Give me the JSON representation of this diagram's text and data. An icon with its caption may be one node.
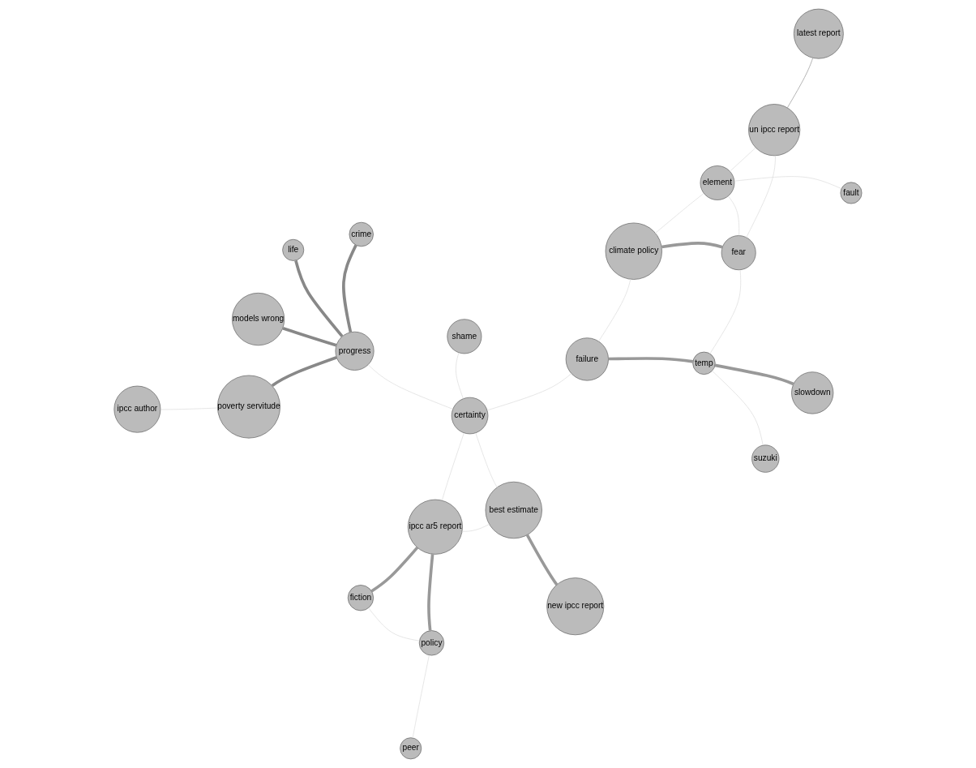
{
  "diagram": {
    "nodes": [
      {
        "text": [
          "peer"
        ]
      },
      {
        "text": [
          "policy"
        ]
      },
      {
        "text": [
          "fault"
        ]
      },
      {
        "text": [
          "life"
        ]
      },
      {
        "text": [
          "crime"
        ]
      },
      {
        "text": [
          "models wrong"
        ]
      },
      {
        "text": [
          "fiction"
        ]
      },
      {
        "text": [
          "failure"
        ]
      },
      {
        "text": [
          "progress"
        ]
      },
      {
        "text": [
          "poverty servitude"
        ]
      },
      {
        "text": [
          "ipcc ar5 report"
        ]
      },
      {
        "text": [
          "temp"
        ]
      },
      {
        "text": [
          "slowdown"
        ]
      },
      {
        "text": [
          "new ipcc report"
        ]
      },
      {
        "text": [
          "best estimate"
        ]
      },
      {
        "text": [
          "certainty"
        ]
      },
      {
        "text": [
          "suzuki"
        ]
      },
      {
        "text": [
          "climate policy"
        ]
      },
      {
        "text": [
          "ipcc author"
        ]
      },
      {
        "text": [
          "element"
        ]
      },
      {
        "text": [
          "shame"
        ]
      },
      {
        "text": [
          "fear"
        ]
      },
      {
        "text": [
          "latest report"
        ]
      },
      {
        "text": [
          "un ipcc report"
        ]
      }
    ],
    "edges": [
      {
        "from": 0,
        "to": 1,
        "arrow": "none"
      },
      {
        "from": 1,
        "to": 10,
        "arrow": "none",
        "style": "thick",
        "color": "#999999"
      },
      {
        "from": 1,
        "to": 6,
        "arrow": "none"
      },
      {
        "from": 6,
        "to": 10,
        "arrow": "none",
        "style": "thick",
        "color": "#999999"
      },
      {
        "from": 3,
        "to": 8,
        "arrow": "none",
        "style": "thick",
        "color": "#888888"
      },
      {
        "from": 4,
        "to": 8,
        "arrow": "none",
        "style": "thick",
        "color": "#888888"
      },
      {
        "from": 5,
        "to": 8,
        "arrow": "none",
        "style": "thick",
        "color": "#888888"
      },
      {
        "from": 9,
        "to": 8,
        "arrow": "none",
        "style": "thick",
        "color": "#888888"
      },
      {
        "from": 8,
        "to": 15,
        "arrow": "none"
      },
      {
        "from": 9,
        "to": 18,
        "arrow": "none"
      },
      {
        "from": 10,
        "to": 15,
        "arrow": "none"
      },
      {
        "from": 10,
        "to": 14,
        "arrow": "none"
      },
      {
        "from": 7,
        "to": 11,
        "arrow": "none",
        "style": "thick",
        "color": "#999999"
      },
      {
        "from": 11,
        "to": 12,
        "arrow": "none",
        "style": "thick",
        "color": "#999999"
      },
      {
        "from": 7,
        "to": 15,
        "arrow": "none"
      },
      {
        "from": 2,
        "to": 19,
        "arrow": "none"
      },
      {
        "from": 13,
        "to": 14,
        "arrow": "none",
        "style": "thick",
        "color": "#999999"
      },
      {
        "from": 15,
        "to": 14,
        "arrow": "none"
      },
      {
        "from": 16,
        "to": 11,
        "arrow": "none"
      },
      {
        "from": 15,
        "to": 20,
        "arrow": "none"
      },
      {
        "from": 17,
        "to": 21,
        "arrow": "none",
        "style": "thick",
        "color": "#999999"
      },
      {
        "from": 19,
        "to": 21,
        "arrow": "none"
      },
      {
        "from": 19,
        "to": 17,
        "arrow": "none"
      },
      {
        "from": 11,
        "to": 21,
        "arrow": "none"
      },
      {
        "from": 7,
        "to": 17,
        "arrow": "none"
      },
      {
        "from": 22,
        "to": 23,
        "arrow": "none",
        "color": "#999999"
      },
      {
        "from": 23,
        "to": 21,
        "arrow": "none"
      },
      {
        "from": 23,
        "to": 19,
        "arrow": "none"
      }
    ]
  }
}
